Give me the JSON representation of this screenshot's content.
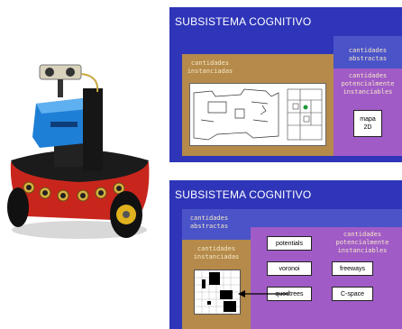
{
  "panel_top": {
    "title": "SUBSISTEMA COGNITIVO",
    "tan_label": "cantidades\ninstanciadas",
    "blue_label": "cantidades\nabstractas",
    "purple_label": "cantidades\npotencialmente\ninstanciables",
    "mapa_label": "mapa\n2D"
  },
  "panel_bottom": {
    "title": "SUBSISTEMA COGNITIVO",
    "blue_label": "cantidades\nabstractas",
    "tan_label": "cantidades\ninstanciadas",
    "purple_label": "cantidades\npotencialmente\ninstanciables",
    "boxes": {
      "potentials": "potentials",
      "voronoi": "voronoi",
      "freeways": "freeways",
      "quodtrees": "quodtrees",
      "cspace": "C-space"
    }
  },
  "colors": {
    "panel_blue": "#2e35b8",
    "tan": "#b58a4a",
    "purple": "#a05bc6",
    "robot_red": "#c8261c"
  }
}
